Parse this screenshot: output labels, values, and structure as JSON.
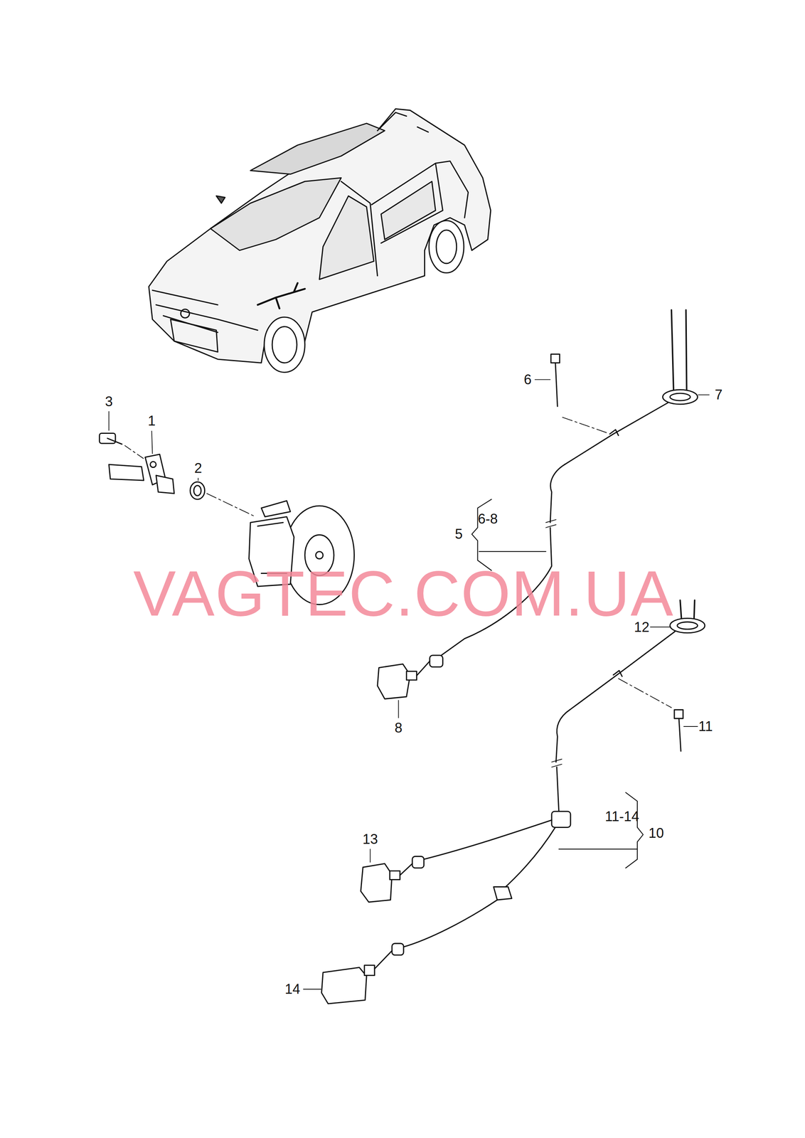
{
  "diagram": {
    "labels": [
      "6",
      "7",
      "3",
      "1",
      "2",
      "6-8",
      "5",
      "12",
      "8",
      "11",
      "13",
      "11-14",
      "10",
      "14",
      "VAGTEC.COM.UA"
    ]
  }
}
